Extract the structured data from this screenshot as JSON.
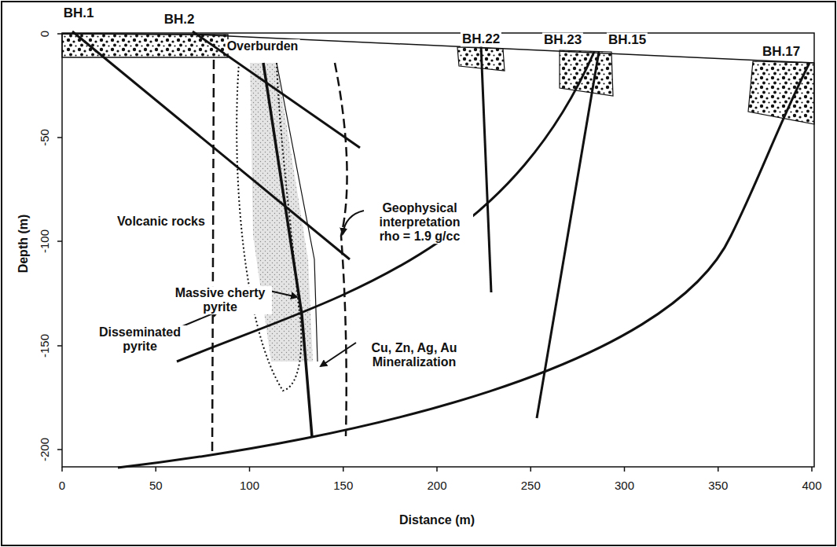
{
  "diagram": {
    "labels": [
      "BH.1",
      "BH.2",
      "Overburden",
      "BH.22",
      "BH.23",
      "BH.15",
      "BH.17",
      "Volcanic rocks",
      "Geophysical interpretation rho = 1.9 g/cc",
      "Massive cherty pyrite",
      "Disseminated pyrite",
      "Cu, Zn, Ag, Au Mineralization",
      "Depth (m)",
      "Distance (m)",
      "0",
      "-50",
      "-100",
      "-150",
      "-200",
      "0",
      "50",
      "100",
      "150",
      "200",
      "250",
      "300",
      "350",
      "400"
    ]
  }
}
